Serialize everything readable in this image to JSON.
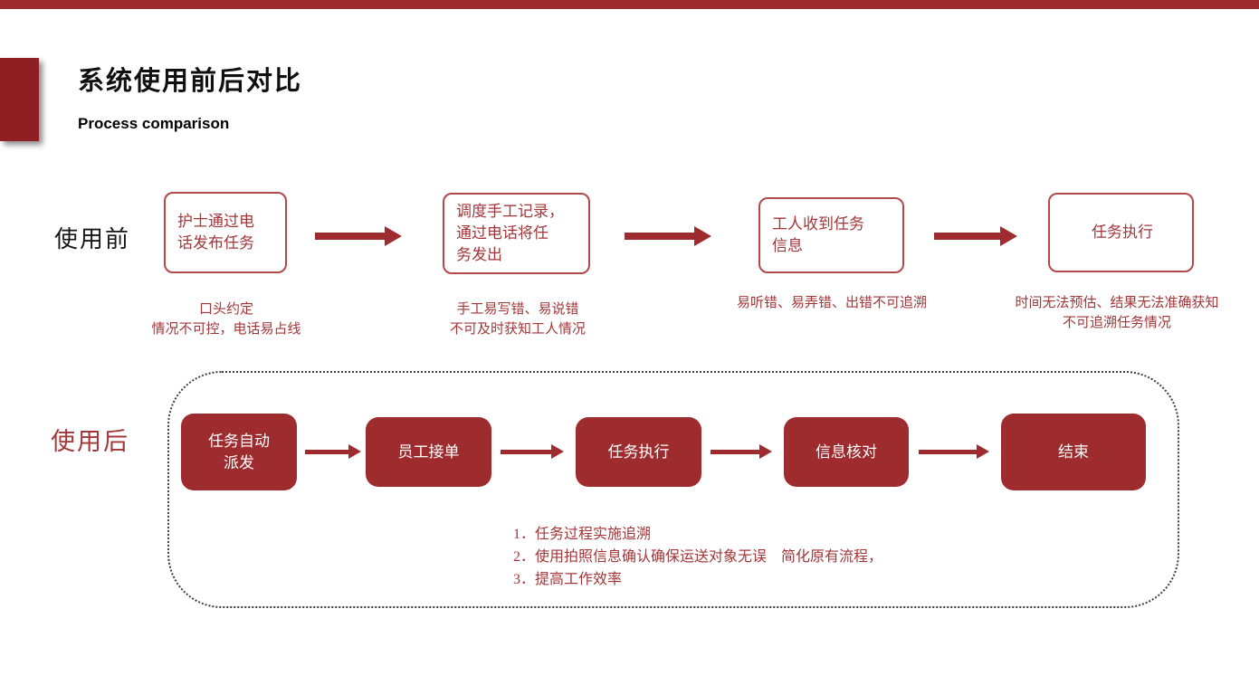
{
  "colors": {
    "accent": "#9E2B2E",
    "accent-border": "#B1484B",
    "accent-text": "#A33638",
    "dotted": "#3c3c3c"
  },
  "header": {
    "title": "系统使用前后对比",
    "subtitle": "Process comparison"
  },
  "before": {
    "label": "使用前",
    "steps": [
      {
        "box": "护士通过电\n话发布任务",
        "caption": "口头约定\n情况不可控，电话易占线"
      },
      {
        "box": "调度手工记录，\n通过电话将任\n务发出",
        "caption": "手工易写错、易说错\n不可及时获知工人情况"
      },
      {
        "box": "工人收到任务\n信息",
        "caption": "易听错、易弄错、出错不可追溯"
      },
      {
        "box": "任务执行",
        "caption": "时间无法预估、结果无法准确获知\n不可追溯任务情况"
      }
    ]
  },
  "after": {
    "label": "使用后",
    "steps": [
      "任务自动\n派发",
      "员工接单",
      "任务执行",
      "信息核对",
      "结束"
    ],
    "notes": [
      "1．任务过程实施追溯",
      "2．使用拍照信息确认确保运送对象无误　简化原有流程，",
      "3．提高工作效率"
    ]
  }
}
